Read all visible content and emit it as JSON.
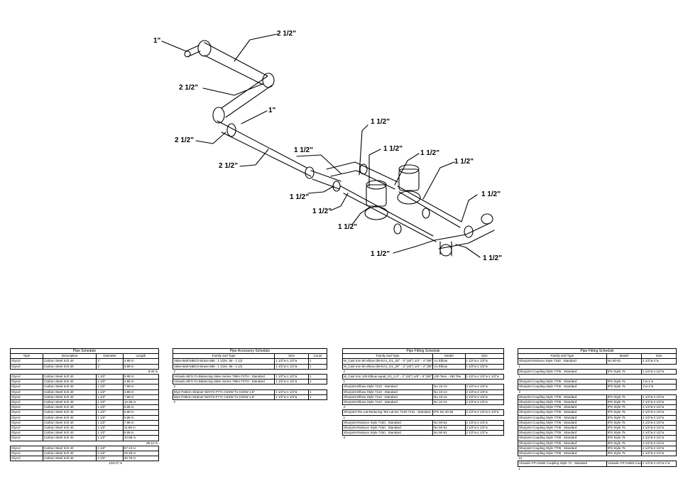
{
  "drawing": {
    "labels": [
      "1\"",
      "2 1/2\"",
      "2 1/2\"",
      "1\"",
      "2 1/2\"",
      "2 1/2\"",
      "1 1/2\"",
      "1 1/2\"",
      "1 1/2\"",
      "1 1/2\"",
      "1 1/2\"",
      "1 1/2\"",
      "1 1/2\"",
      "1 1/2\"",
      "1 1/2\"",
      "1 1/2\"",
      "1 1/2\""
    ]
  },
  "pipe_schedule": {
    "title": "Pipe Schedule",
    "headers": [
      "Type",
      "Description",
      "Diameter",
      "Length"
    ],
    "group1": [
      [
        "Glycol",
        "Carbon Steel Sch 40",
        "1\"",
        "4.98 m"
      ],
      [
        "Glycol",
        "Carbon Steel Sch 40",
        "1\"",
        "3.98 m"
      ]
    ],
    "group1_total": "8.00 m",
    "group2": [
      [
        "Glycol",
        "Carbon Steel Sch 40",
        "1 1/2\"",
        "5.98 m"
      ],
      [
        "Glycol",
        "Carbon Steel Sch 40",
        "1 1/2\"",
        "4.98 m"
      ],
      [
        "Glycol",
        "Carbon Steel Sch 40",
        "1 1/2\"",
        "7.98 m"
      ],
      [
        "Glycol",
        "Carbon Steel Sch 40",
        "1 1/2\"",
        "4.98 m"
      ],
      [
        "Glycol",
        "Carbon Steel Sch 40",
        "1 1/2\"",
        "7.98 m"
      ],
      [
        "Glycol",
        "Carbon Steel Sch 40",
        "1 1/2\"",
        "14.38 m"
      ],
      [
        "Glycol",
        "Carbon Steel Sch 40",
        "1 1/2\"",
        "5.98 m"
      ],
      [
        "Glycol",
        "Carbon Steel Sch 40",
        "1 1/2\"",
        "5.98 m"
      ],
      [
        "Glycol",
        "Carbon Steel Sch 40",
        "1 1/2\"",
        "5.98 m"
      ],
      [
        "Glycol",
        "Carbon Steel Sch 40",
        "1 1/2\"",
        "7.98 m"
      ],
      [
        "Glycol",
        "Carbon Steel Sch 40",
        "1 1/2\"",
        "11.98 m"
      ],
      [
        "Glycol",
        "Carbon Steel Sch 40",
        "1 1/2\"",
        "8.98 m"
      ],
      [
        "Glycol",
        "Carbon Steel Sch 40",
        "1 1/2\"",
        "10.98 m"
      ]
    ],
    "group2_total": "90.10 m",
    "group3": [
      [
        "Glycol",
        "Carbon Steel Sch 40",
        "2 1/2\"",
        "67.13 m"
      ],
      [
        "Glycol",
        "Carbon Steel Sch 40",
        "2 1/2\"",
        "29.28 m"
      ],
      [
        "Glycol",
        "Carbon Steel Sch 40",
        "2 1/2\"",
        "20.79 m"
      ]
    ],
    "grand_total": "103.27 m"
  },
  "pipe_accessory_schedule": {
    "title": "Pipe Accessory Schedule",
    "headers": [
      "Family and Type",
      "Size",
      "Count"
    ],
    "group1": [
      [
        "Valve-Ball-NIBCO-Brass-585 : 1 1/2in. 58 - 1 1/2",
        "1 1/2\"ø-1 1/2\"ø",
        "1"
      ],
      [
        "Valve-Ball-NIBCO-Brass-585 : 1 1/2in. 58 - 1 1/2",
        "1 1/2\"ø-1 1/2\"ø",
        "1"
      ]
    ],
    "group1_count": "2",
    "group2": [
      [
        "Victaulic-BFS-TA Balancing Valve Series 788H-7STH : Standard",
        "1 1/2\"ø-1 1/2\"ø",
        "1"
      ],
      [
        "Victaulic-BFS-TA Balancing Valve Series 788H-7STH : Standard",
        "1 1/2\"ø-1 1/2\"ø",
        "1"
      ]
    ],
    "group2_count": "2",
    "group3": [
      [
        "Wye Pattern Strainer-WAITS-F771-C5SW-T1-C5SW 1.5\"",
        "1 1/2\"ø-1 1/2\"ø",
        "1"
      ],
      [
        "Wye Pattern Strainer-WAITS-F771-C5SW-T1-C5SW 1.5\"",
        "1 1/2\"ø-1 1/2\"ø",
        "1"
      ]
    ],
    "group3_count": "2"
  },
  "pipe_fitting_schedule_1": {
    "title": "Pipe Fitting Schedule",
    "headers": [
      "Family and Type",
      "Model",
      "Size"
    ],
    "group1": [
      [
        "M_Cast Iron 90 elbow (90-EA1_G1_20° - 3\" (40°) 1/4\" - 4\" (90°) - Galvanized",
        "A1 Elbow",
        "1 1/2\"ø-1 1/2\"ø"
      ],
      [
        "M_Cast Iron 90 elbow (90-EA1_G1_20° - 3\" (40°) 1/4\" - 4\" (90°) - Galvanized",
        "A1 Elbow",
        "1 1/2\"ø-1 1/2\"ø"
      ]
    ],
    "group1_count": "2",
    "group2": [
      [
        "M_Cast Iron 120-Elbow equal_G1_2-3\" - 3\" (40°) 1/8\" - 6\" (90°) - Galvanized",
        "130 Tees - 180 Tee",
        "1 1/2\"ø-1 1/2\"ø-1 1/2\"ø"
      ]
    ],
    "group2_count": "1",
    "group3": [
      [
        "Shurjoint-Elbow Style 7110 : Standard",
        "No 10-13",
        "2 1/2\"ø-2 1/2\"ø"
      ],
      [
        "Shurjoint-Elbow Style 7110 : Standard",
        "No 10-13",
        "2 1/2\"ø-2 1/2\"ø"
      ],
      [
        "Shurjoint-Elbow Style 7110 : Standard",
        "No 10-12",
        "2 1/2\"ø-2 1/2\"ø"
      ],
      [
        "Shurjoint-Elbow Style 7110 : Standard",
        "No 10-12",
        "2 1/2\"ø-2 1/2\"ø"
      ]
    ],
    "group3_count": "4",
    "group4": [
      [
        "Shurjoint-Tee Lat-Reducing Tee Lat-No 7130-7131 : Standard",
        "IPS No 20-35",
        "2 1/2\"ø-2 1/2\"ø-2 1/2\"ø"
      ]
    ],
    "group4_count": "1",
    "group5": [
      [
        "Shurjoint-Reducer Style 7150 : Standard",
        "No 50-51",
        "2 1/2\"ø-1 1/2\"ø"
      ],
      [
        "Shurjoint-Reducer Style 7150 : Standard",
        "No 50-51",
        "2 1/2\"ø-1 1/2\"ø"
      ],
      [
        "Shurjoint-Reducer Style 7150 : Standard",
        "No 50-51",
        "2 1/2\"ø-1 1/2\"ø"
      ]
    ],
    "group5_count": "3"
  },
  "pipe_fitting_schedule_2": {
    "title": "Pipe Fitting Schedule",
    "headers": [
      "Family and Type",
      "Model",
      "Size"
    ],
    "group1": [
      [
        "Shurjoint-Reducer Style 7150 : Standard",
        "No 50-51",
        "2 1/2\"ø-1\"ø"
      ]
    ],
    "group1_count": "1",
    "group2": [
      [
        "Shurjoint Coupling Style 7705 : Standard",
        "IPS Style 75",
        "1 1/2\"ø-1 1/2\"ø"
      ]
    ],
    "group2_count": "1",
    "group3": [
      [
        "Shurjoint Coupling Style 7705 : Standard",
        "IPS Style 75",
        "1\"ø-1\"ø"
      ],
      [
        "Shurjoint Coupling Style 7705 : Standard",
        "IPS Style 75",
        "1\"ø-1\"ø"
      ]
    ],
    "group3_count": "2",
    "group4": [
      [
        "Shurjoint Coupling Style 7705 : Standard",
        "IPS Style 75",
        "2 1/2\"ø-2 1/2\"ø"
      ],
      [
        "Shurjoint Coupling Style 7705 : Standard",
        "IPS Style 75",
        "2 1/2\"ø-2 1/2\"ø"
      ],
      [
        "Shurjoint Coupling Style 7705 : Standard",
        "IPS Style 75",
        "2 1/2\"ø-2 1/2\"ø"
      ],
      [
        "Shurjoint Coupling Style 7705 : Standard",
        "IPS Style 75",
        "2 1/2\"ø-2 1/2\"ø"
      ],
      [
        "Shurjoint Coupling Style 7705 : Standard",
        "IPS Style 75",
        "2 1/2\"ø-2 1/2\"ø"
      ],
      [
        "Shurjoint Coupling Style 7705 : Standard",
        "IPS Style 75",
        "2 1/2\"ø-2 1/2\"ø"
      ],
      [
        "Shurjoint Coupling Style 7705 : Standard",
        "IPS Style 75",
        "2 1/2\"ø-2 1/2\"ø"
      ],
      [
        "Shurjoint Coupling Style 7705 : Standard",
        "IPS Style 75",
        "2 1/2\"ø-2 1/2\"ø"
      ],
      [
        "Shurjoint Coupling Style 7705 : Standard",
        "IPS Style 75",
        "2 1/2\"ø-2 1/2\"ø"
      ],
      [
        "Shurjoint Coupling Style 7705 : Standard",
        "IPS Style 75",
        "2 1/2\"ø-2 1/2\"ø"
      ],
      [
        "Shurjoint Coupling Style 7705 : Standard",
        "IPS Style 75",
        "2 1/2\"ø-2 1/2\"ø"
      ],
      [
        "Shurjoint Coupling Style 7705 : Standard",
        "IPS Style 75",
        "2 1/2\"ø-2 1/2\"ø"
      ]
    ],
    "group4_count": "12",
    "group5": [
      [
        "Victaulic-FP-Outlet Coupling Style 72 : Standard",
        "Victaulic FP-Outlet Coupling Style 72",
        "2 1/2\"ø-2 1/2\"ø-1\"ø"
      ]
    ],
    "group5_count": "1"
  }
}
